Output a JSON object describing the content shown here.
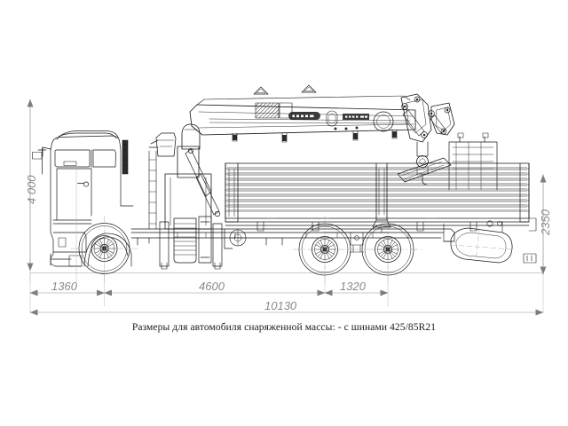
{
  "drawing": {
    "kind": "technical-side-elevation",
    "subject": "KAMAZ 6x6 flatbed truck with folded knuckle-boom loader crane",
    "background_color": "#ffffff",
    "line_color": "#1a1a1a",
    "dimension_color": "#8a8a8a",
    "caption": "Размеры для автомобиля снаряженной массы: - с шинами 425/85R21"
  },
  "dimensions": {
    "height_overall": "4 000",
    "height_body": "2350",
    "front_overhang": "1360",
    "wheelbase": "4600",
    "bogie_spacing": "1320",
    "length_overall": "10130"
  },
  "units": "mm"
}
